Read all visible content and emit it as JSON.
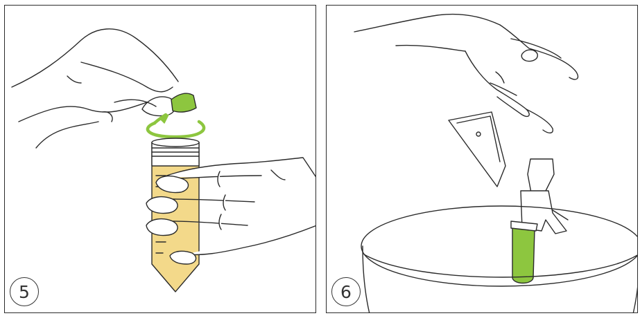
{
  "steps": [
    {
      "number": "5",
      "illustration": "hand-twisting-cap-off-urine-sample-tube"
    },
    {
      "number": "6",
      "illustration": "hand-dropping-tube-holder-into-bin"
    }
  ],
  "colors": {
    "accent_green": "#8dc63f",
    "sample_yellow": "#f3d98a",
    "line": "#2a2a2a"
  }
}
